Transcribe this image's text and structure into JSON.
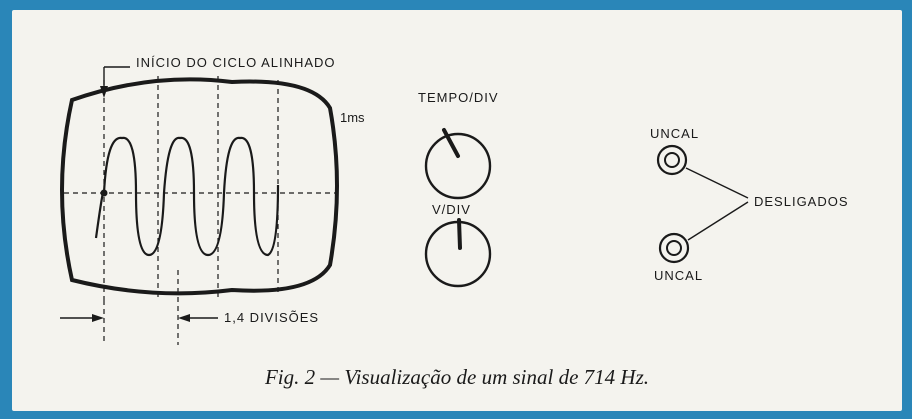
{
  "labels": {
    "cycle_start": "INÍCIO DO CICLO ALINHADO",
    "time_setting": "1ms",
    "time_div": "TEMPO/DIV",
    "volt_div": "V/DIV",
    "uncal_top": "UNCAL",
    "uncal_bottom": "UNCAL",
    "off_state": "DESLIGADOS",
    "divisions": "1,4 DIVISÕES"
  },
  "caption": "Fig. 2 — Visualização de um sinal de 714 Hz.",
  "colors": {
    "border": "#2a86b8",
    "paper": "#f4f3ee",
    "ink": "#1a1a1a"
  }
}
